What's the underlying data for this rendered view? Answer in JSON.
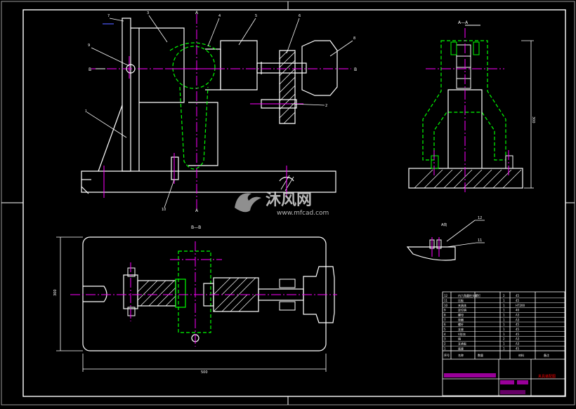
{
  "labels": {
    "section_a_top": "A",
    "section_a_bottom": "A",
    "section_b_left": "B",
    "section_b_right": "B",
    "section_bb_title": "B—B",
    "section_aa_title": "A—A",
    "view_label": "A向"
  },
  "dimensions": {
    "width_bottom": "500",
    "height_left": "300",
    "height_right": "300"
  },
  "watermark": {
    "brand": "沐风网",
    "url": "www.mfcad.com"
  },
  "title_block": {
    "drawing_title": "夹具装配图",
    "parts": [
      {
        "no": "12",
        "name": "内六角圆柱头螺钉",
        "qty": "2",
        "mat": "45"
      },
      {
        "no": "11",
        "name": "压板",
        "qty": "1",
        "mat": "45"
      },
      {
        "no": "10",
        "name": "夹具体",
        "qty": "1",
        "mat": "HT200"
      },
      {
        "no": "9",
        "name": "定位销",
        "qty": "1",
        "mat": "40"
      },
      {
        "no": "8",
        "name": "螺母",
        "qty": "1",
        "mat": "A3"
      },
      {
        "no": "7",
        "name": "垫圈",
        "qty": "1",
        "mat": "A3"
      },
      {
        "no": "6",
        "name": "螺杆",
        "qty": "1",
        "mat": "45"
      },
      {
        "no": "5",
        "name": "支座",
        "qty": "1",
        "mat": "45"
      },
      {
        "no": "4",
        "name": "V形块",
        "qty": "1",
        "mat": "45"
      },
      {
        "no": "3",
        "name": "销",
        "qty": "2",
        "mat": "A3"
      },
      {
        "no": "2",
        "name": "支承板",
        "qty": "1",
        "mat": "A3"
      },
      {
        "no": "1",
        "name": "底座",
        "qty": "1",
        "mat": "45"
      }
    ],
    "header": {
      "no": "序号",
      "name": "名称",
      "qty": "数量",
      "mat": "材料",
      "note": "备注"
    }
  },
  "colors": {
    "outline": "#ffffff",
    "center": "#ff00ff",
    "hidden": "#00ff00",
    "leader": "#ffffff",
    "accent": "#ff00ff"
  }
}
